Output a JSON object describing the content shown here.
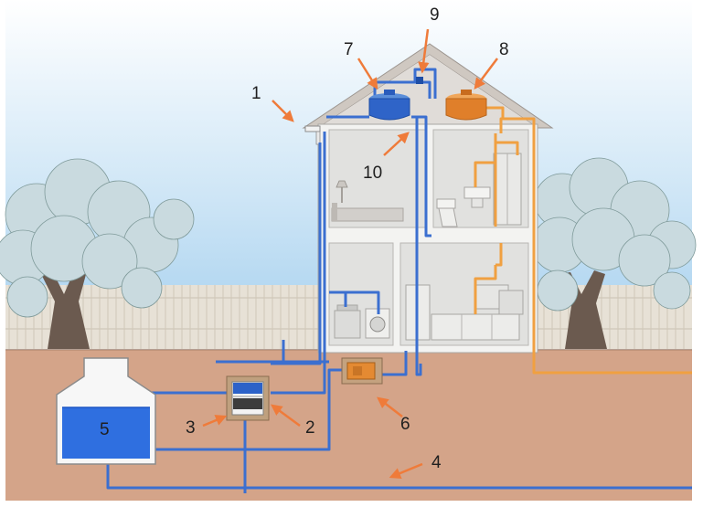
{
  "labels": {
    "n1": "1",
    "n2": "2",
    "n3": "3",
    "n4": "4",
    "n5": "5",
    "n6": "6",
    "n7": "7",
    "n8": "8",
    "n9": "9",
    "n10": "10"
  },
  "colors": {
    "sky": "#a9d2ee",
    "ground": "#d4a489",
    "rainwater_pipe": "#3b6fd0",
    "hot_water_pipe": "#f0a041",
    "callout_arrow": "#ef7b3a",
    "cistern_water": "#2f6fe0",
    "house_wall": "#f4f4f2",
    "roof": "#d9d4cf"
  }
}
